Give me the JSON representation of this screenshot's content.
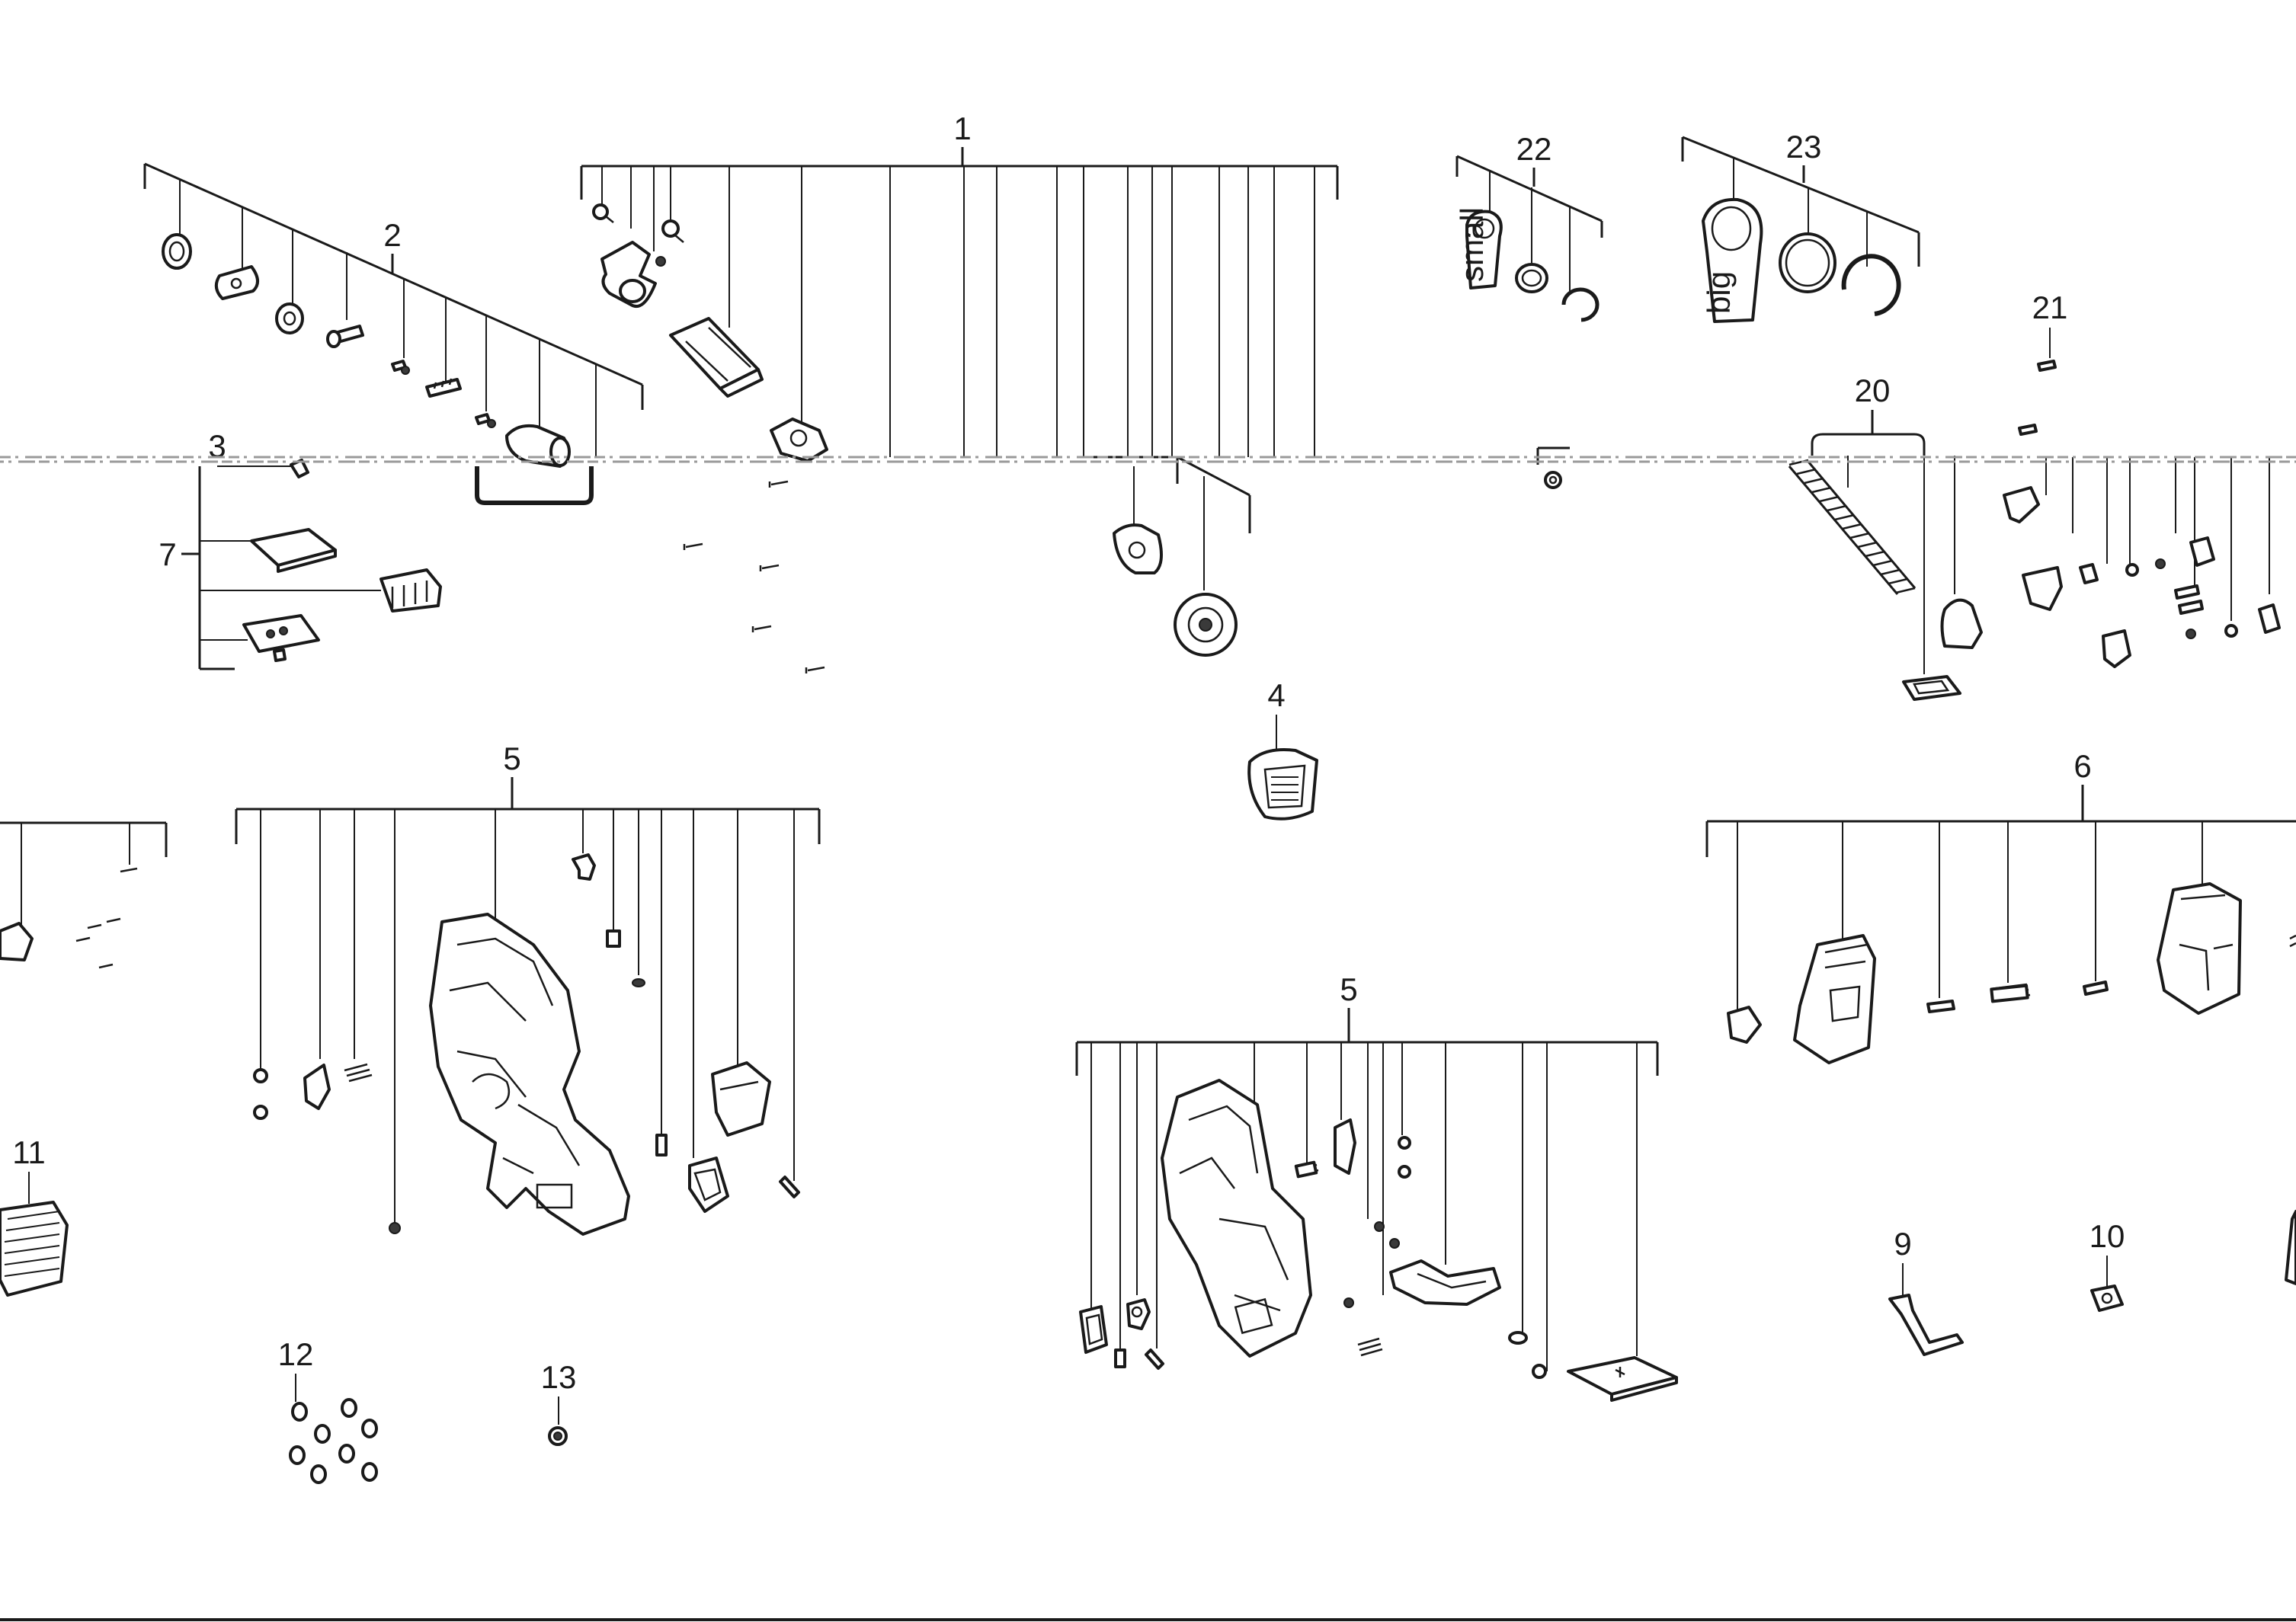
{
  "diagram": {
    "callouts": {
      "c1": "1",
      "c2": "2",
      "c3": "3",
      "c4": "4",
      "c5a": "5",
      "c5b": "5",
      "c6": "6",
      "c7": "7",
      "c9": "9",
      "c10": "10",
      "c11": "11",
      "c12": "12",
      "c13": "13",
      "c20": "20",
      "c21": "21",
      "c22": "22",
      "c23": "23"
    },
    "part_markings": {
      "knob_small": "small",
      "knob_big": "big"
    }
  }
}
